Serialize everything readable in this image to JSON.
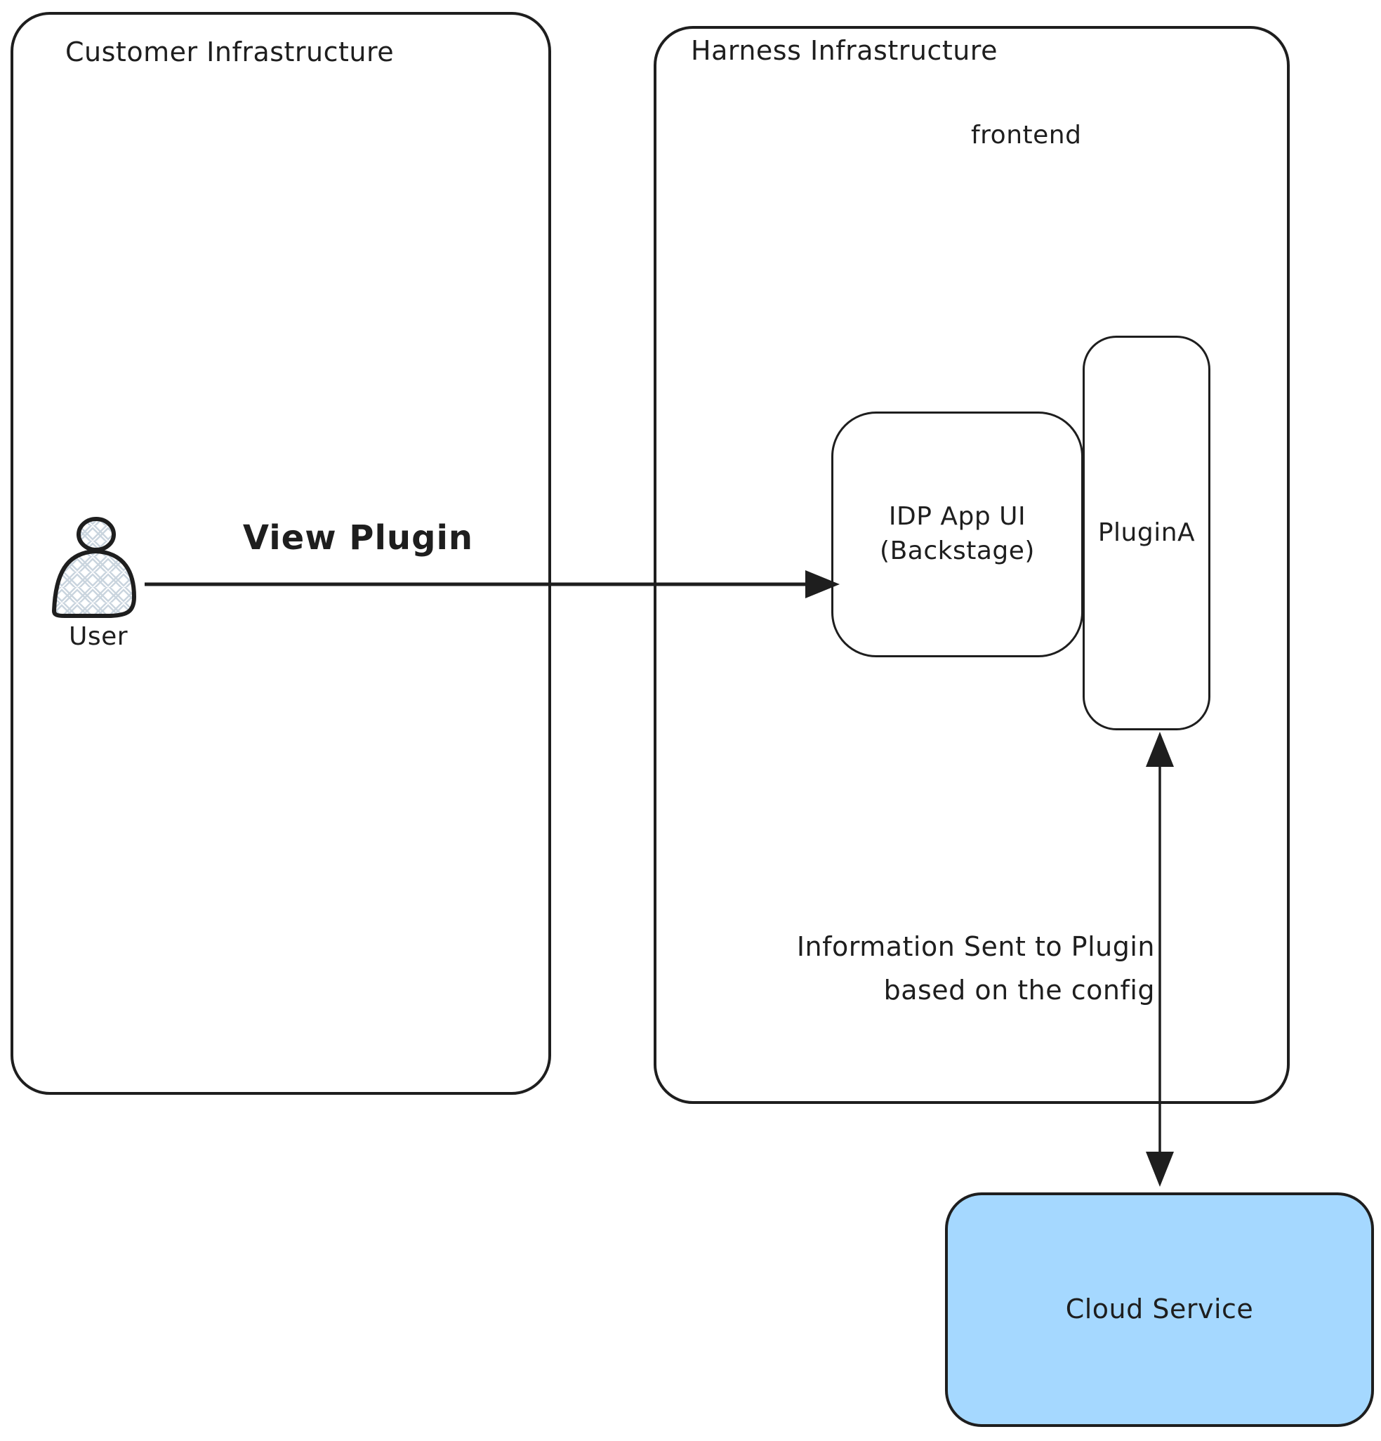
{
  "diagram": {
    "customer_box": {
      "title": "Customer Infrastructure"
    },
    "harness_box": {
      "title": "Harness Infrastructure",
      "frontend_label": "frontend"
    },
    "user": {
      "label": "User"
    },
    "view_plugin_arrow": {
      "label": "View Plugin"
    },
    "idp_node": {
      "line1": "IDP App UI",
      "line2": "(Backstage)"
    },
    "plugin_node": {
      "label": "PluginA"
    },
    "info_arrow": {
      "line1": "Information Sent to Plugin",
      "line2": "based on the config"
    },
    "cloud_node": {
      "label": "Cloud Service"
    },
    "colors": {
      "stroke": "#1e1e1e",
      "cloud_fill": "#a5d8ff",
      "hatch_line": "#c9d4de"
    }
  }
}
